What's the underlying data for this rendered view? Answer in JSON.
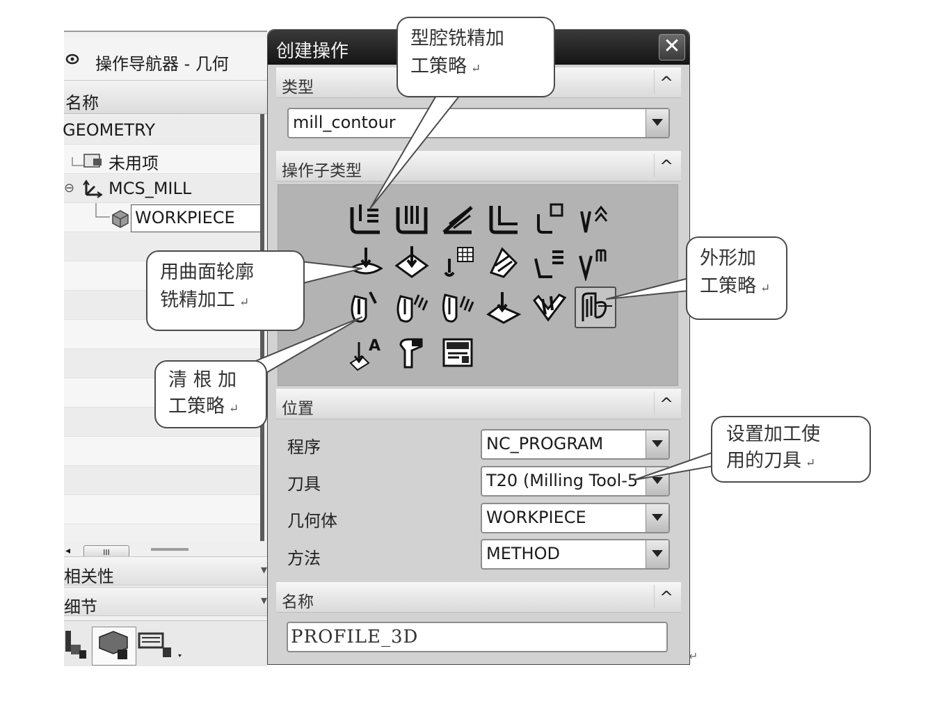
{
  "navigator": {
    "title": "操作导航器 - 几何",
    "column_header": "名称",
    "tree": [
      {
        "label": "GEOMETRY"
      },
      {
        "label": "未用项"
      },
      {
        "label": "MCS_MILL",
        "expander": "⊖"
      },
      {
        "label": "WORKPIECE"
      }
    ],
    "scroll_thumb": "III",
    "sections": [
      {
        "label": "相关性",
        "arrow": "▾"
      },
      {
        "label": "细节",
        "arrow": "▾"
      }
    ],
    "tabs": [
      "geometry-view-icon",
      "machine-tool-view-icon",
      "program-order-view-icon"
    ]
  },
  "dialog": {
    "title": "创建操作",
    "close_glyph": "✕",
    "type_group": {
      "label": "类型",
      "value": "mill_contour"
    },
    "subtype_group": {
      "label": "操作子类型"
    },
    "location_group": {
      "label": "位置",
      "fields": [
        {
          "label": "程序",
          "value": "NC_PROGRAM"
        },
        {
          "label": "刀具",
          "value": "T20 (Milling Tool-5"
        },
        {
          "label": "几何体",
          "value": "WORKPIECE"
        },
        {
          "label": "方法",
          "value": "METHOD"
        }
      ]
    },
    "name_group": {
      "label": "名称",
      "value": "PROFILE_3D"
    },
    "collapse_glyph": "^"
  },
  "callouts": {
    "cavity": {
      "line1": "型腔铣精加",
      "line2": "工策略"
    },
    "surface_contour": {
      "line1": "用曲面轮廓",
      "line2": "铣精加工"
    },
    "cleanup": {
      "line1": "清 根 加",
      "line2": "工策略"
    },
    "profile": {
      "line1": "外形加",
      "line2": "工策略"
    },
    "tool": {
      "line1": "设置加工使",
      "line2": "用的刀具"
    },
    "return_mark": "↵"
  }
}
